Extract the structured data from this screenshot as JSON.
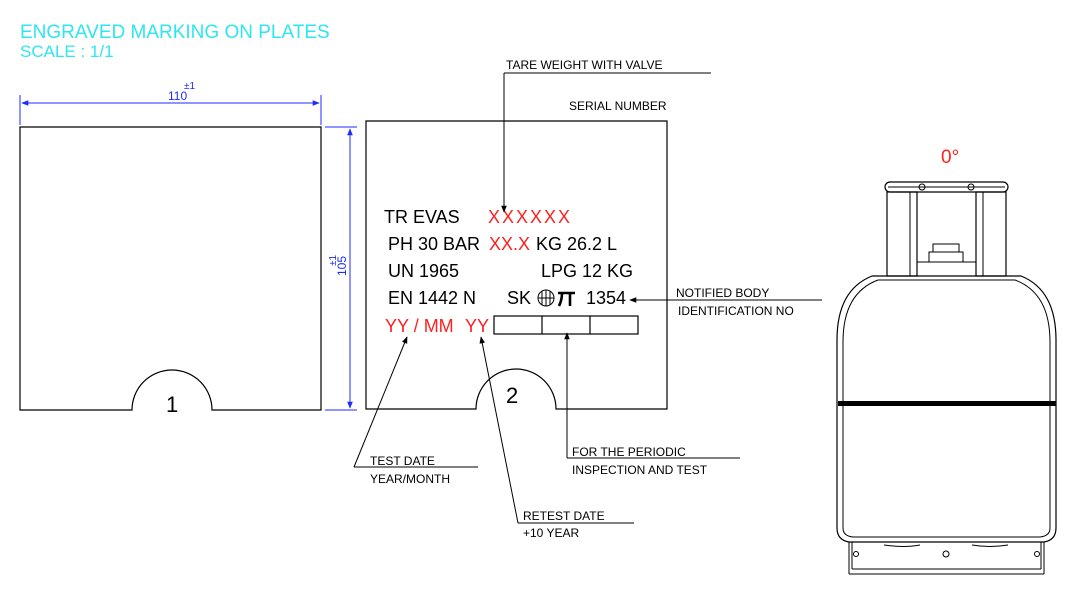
{
  "header": {
    "title": "ENGRAVED MARKING ON PLATES",
    "scale": "SCALE : 1/1"
  },
  "dimensions": {
    "width_value": "110",
    "width_tol": "±1",
    "height_value": "105",
    "height_tol": "±1"
  },
  "plate1": {
    "label": "1"
  },
  "plate2": {
    "label": "2",
    "line1_prefix": "TR  EVAS",
    "line1_serial": "XXXXXX",
    "line2_prefix": "PH 30 BAR",
    "line2_tare": "XX.X",
    "line2_suffix": "KG  26.2 L",
    "line3_left": "UN 1965",
    "line3_right": "LPG 12 KG",
    "line4_left": "EN 1442 N",
    "line4_country": "SK",
    "line4_number": "1354",
    "line5_test": "YY / MM",
    "line5_retest": "YY"
  },
  "callouts": {
    "tare_weight": "TARE WEIGHT WITH VALVE",
    "serial_number": "SERIAL NUMBER",
    "notified_body_1": "NOTIFIED BODY",
    "notified_body_2": "IDENTIFICATION NO",
    "periodic_1": "FOR THE PERIODIC",
    "periodic_2": "INSPECTION AND TEST",
    "test_date_1": "TEST DATE",
    "test_date_2": "YEAR/MONTH",
    "retest_date_1": "RETEST DATE",
    "retest_date_2": "+10 YEAR"
  },
  "cylinder": {
    "orientation": "0°"
  },
  "colors": {
    "header": "#2ee6f0",
    "variable_marking": "#ff2020",
    "dimension": "#1e2bff"
  }
}
